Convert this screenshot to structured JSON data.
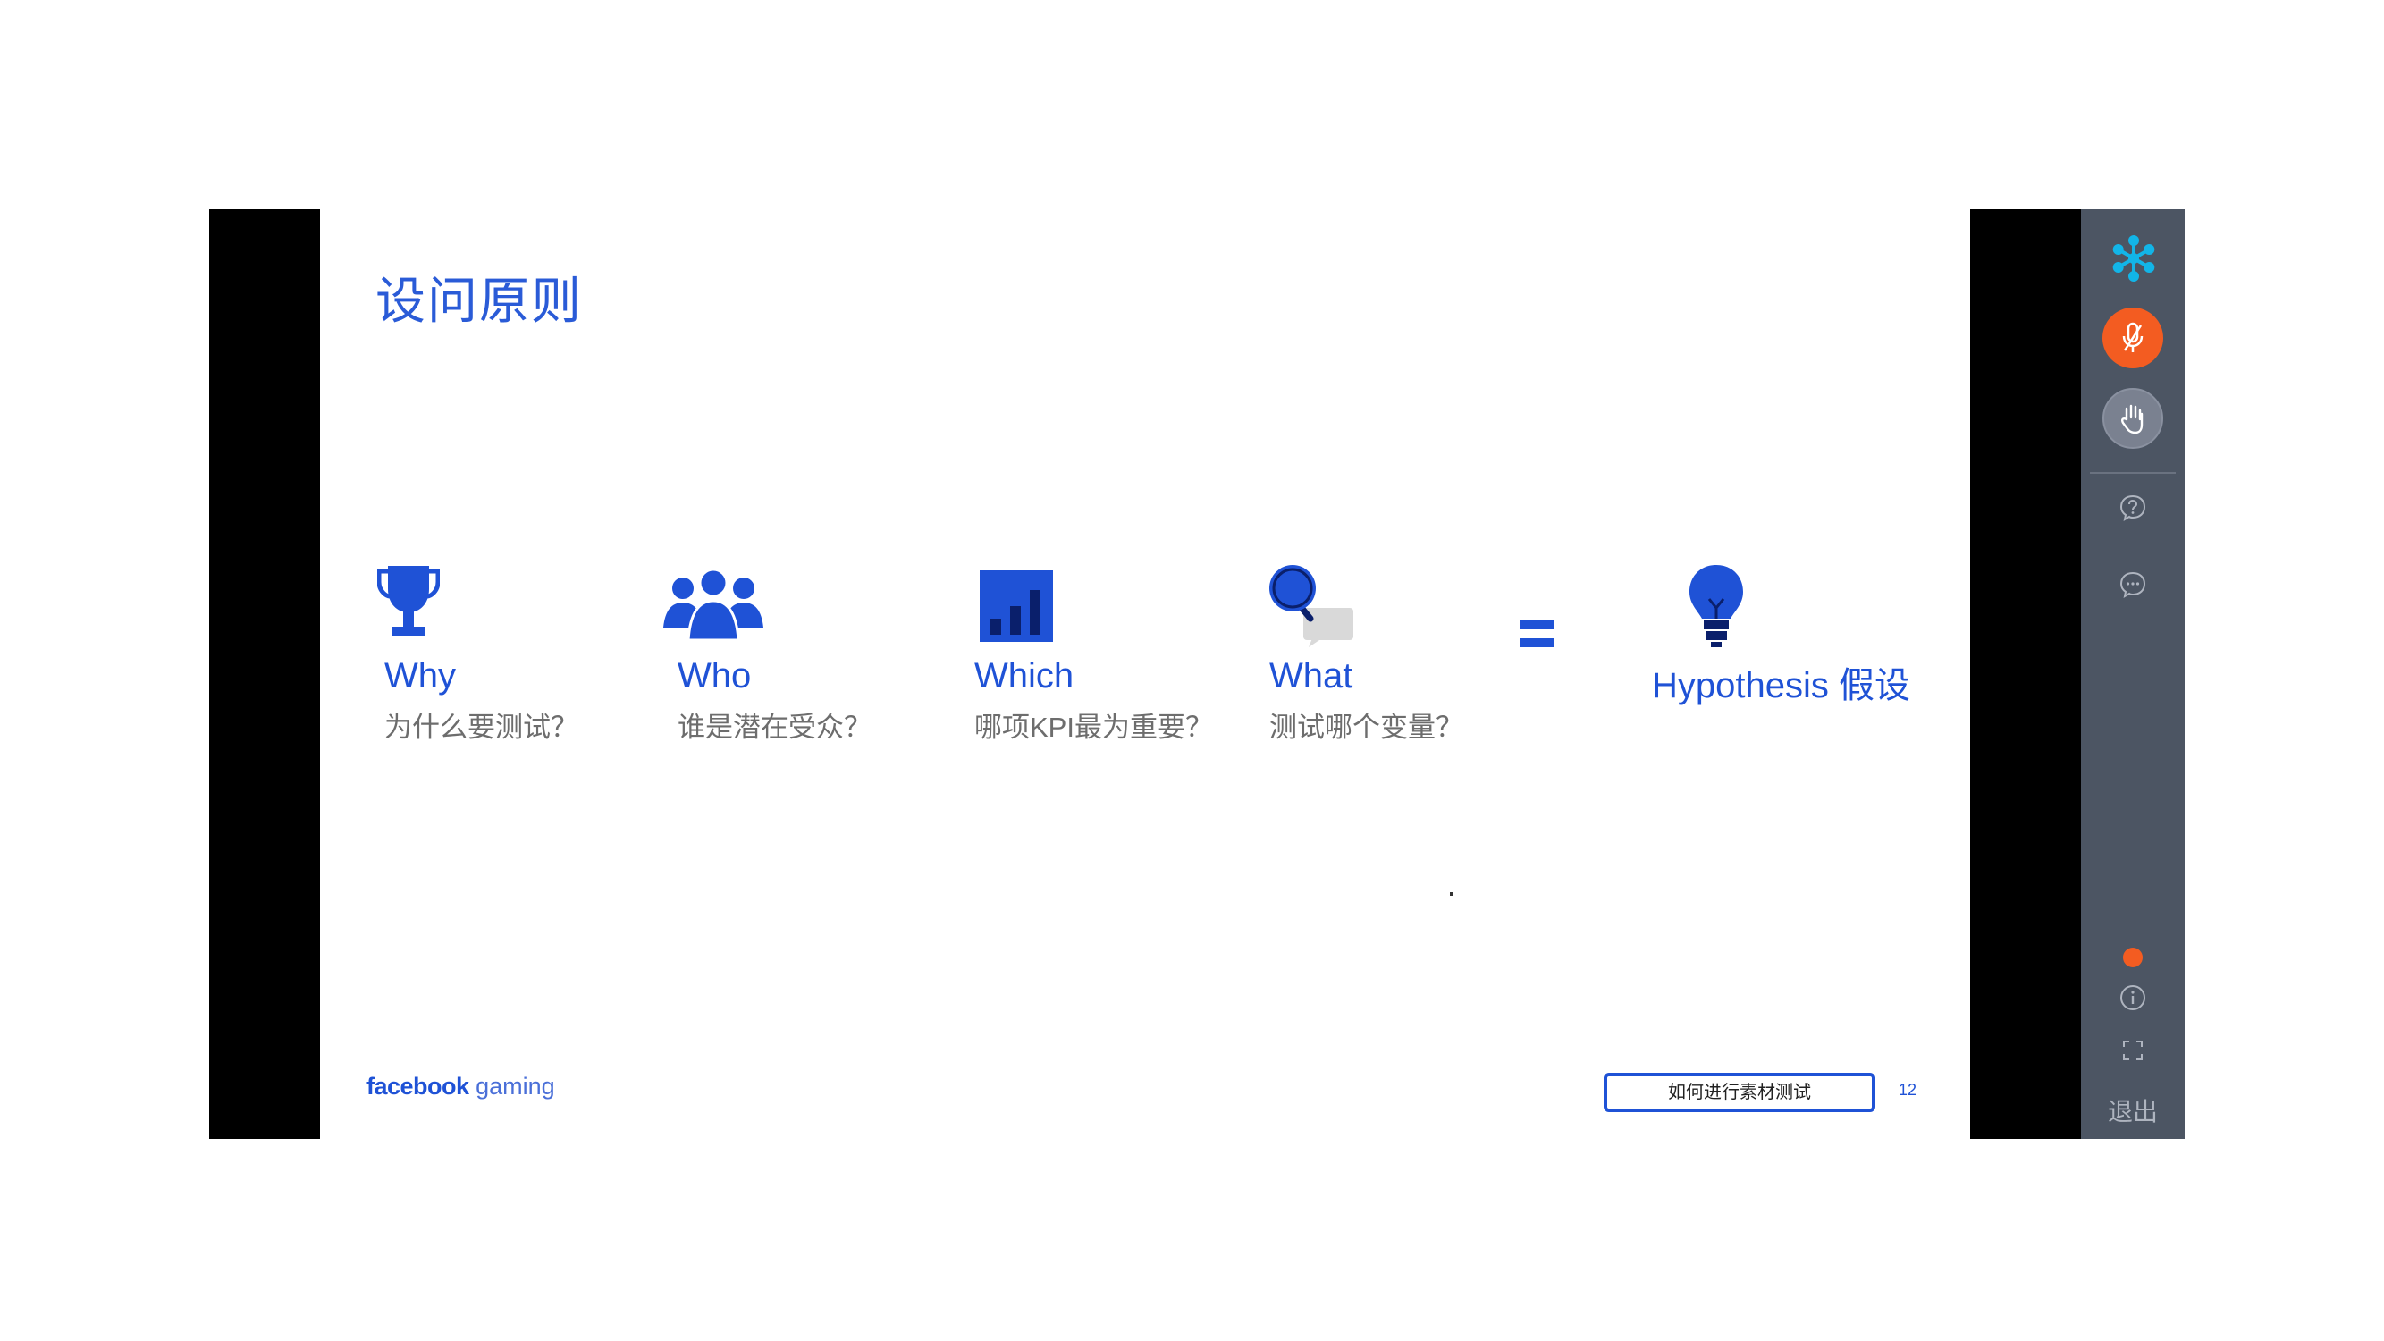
{
  "slide": {
    "title": "设问原则",
    "items": [
      {
        "label": "Why",
        "sub": "为什么要测试？",
        "icon": "trophy-icon"
      },
      {
        "label": "Who",
        "sub": "谁是潜在受众？",
        "icon": "people-group-icon"
      },
      {
        "label": "Which",
        "sub": "哪项KPI最为重要？",
        "icon": "bar-chart-icon"
      },
      {
        "label": "What",
        "sub": "测试哪个变量？",
        "icon": "magnifier-chat-icon"
      }
    ],
    "equals": "=",
    "result": {
      "label": "Hypothesis 假设",
      "icon": "lightbulb-icon"
    },
    "footer": {
      "brand_bold": "facebook",
      "brand_light": "gaming",
      "section": "如何进行素材测试",
      "page": "12"
    }
  },
  "sidebar": {
    "icons": [
      "snowflake-logo-icon",
      "microphone-icon",
      "raise-hand-icon",
      "question-bubble-icon",
      "chat-bubble-icon",
      "info-icon",
      "fullscreen-icon"
    ],
    "exit_label": "退出"
  },
  "colors": {
    "accent": "#1f52d6",
    "alert": "#f35c21",
    "sidebar": "#4c5563",
    "frame": "#000000"
  }
}
